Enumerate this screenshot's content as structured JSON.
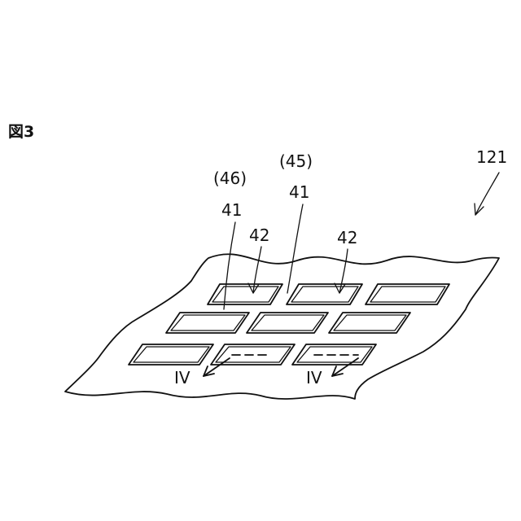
{
  "figure": {
    "title": "図3",
    "labels": {
      "sheet": "121",
      "group_a": "(46)",
      "group_b": "(45)",
      "ridge_left": "41",
      "ridge_right": "41",
      "recess_left": "42",
      "recess_right": "42",
      "section_left": "IV",
      "section_right": "IV"
    }
  }
}
